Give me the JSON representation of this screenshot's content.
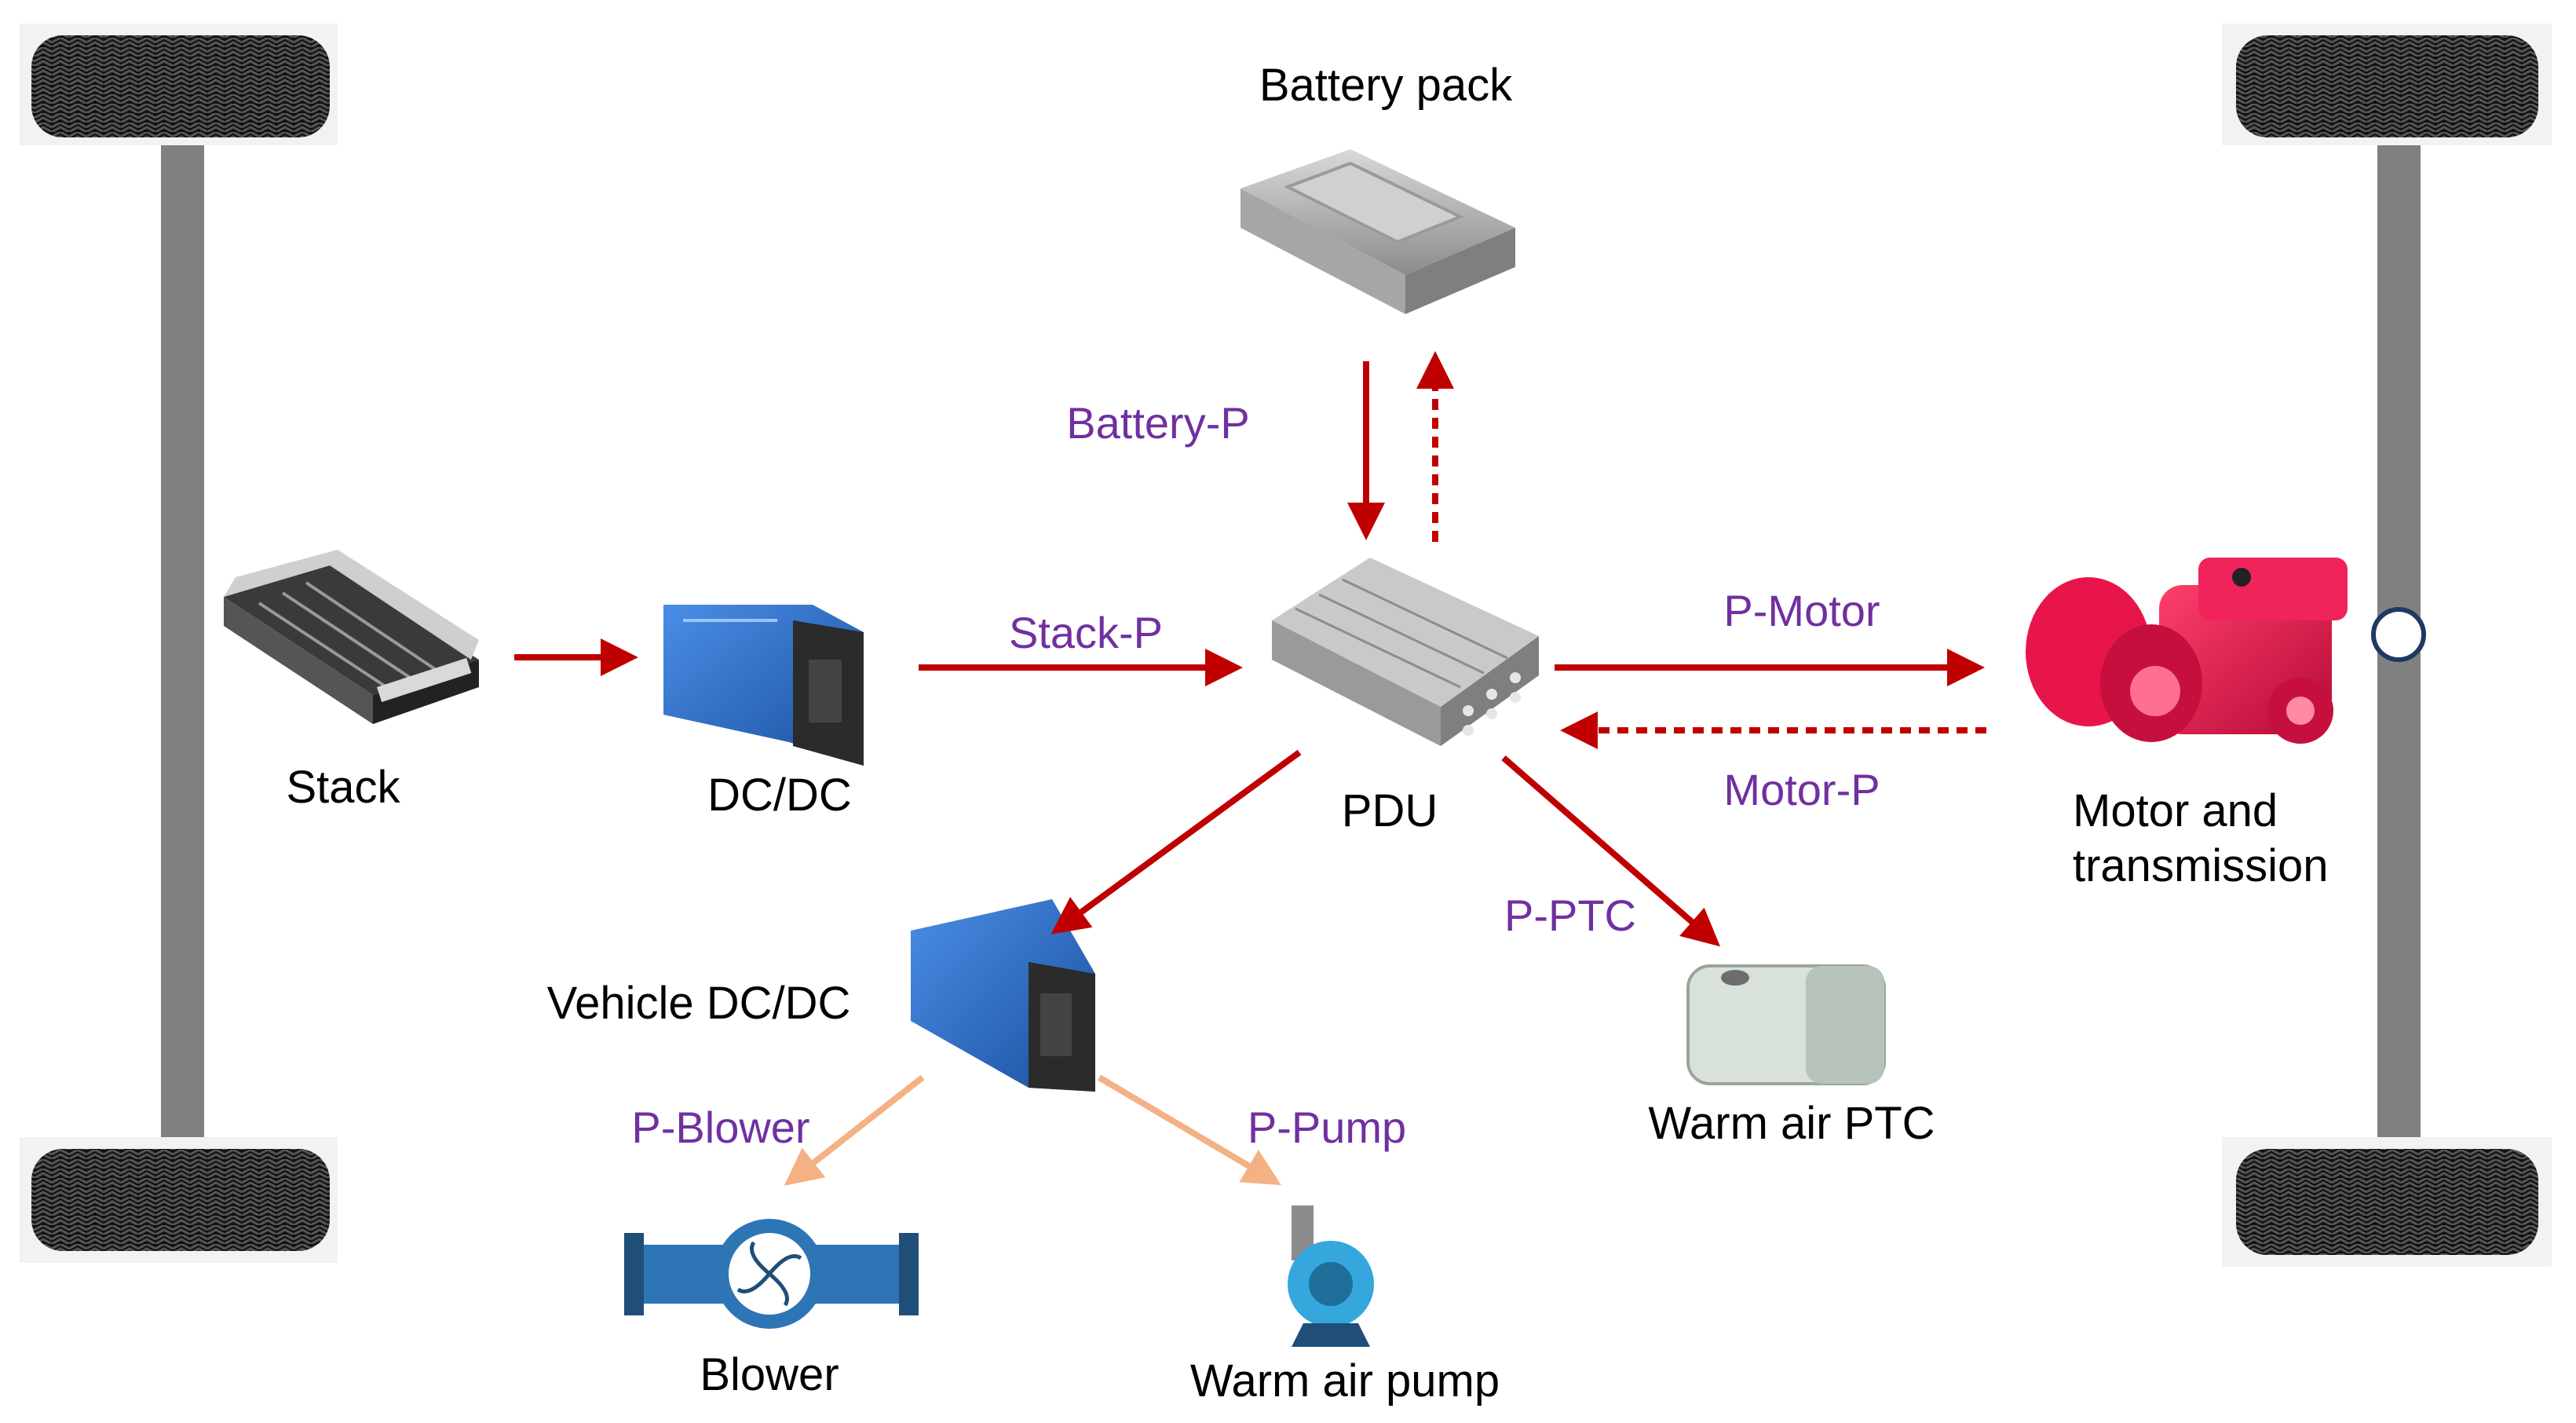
{
  "colors": {
    "power_arrow": "#c00000",
    "aux_arrow": "#f4b183",
    "flow_label": "#7030a0",
    "axle": "#808080",
    "stack": "#3a3a3a",
    "dcdc": "#1f5fb5",
    "pdu": "#a6a6a6",
    "battery": "#bfbfbf",
    "motor": "#e8154a",
    "ptc": "#d9e2da",
    "blower": "#2e75b6",
    "pump": "#35a7dd"
  },
  "components": {
    "stack": "Stack",
    "dcdc": "DC/DC",
    "pdu": "PDU",
    "battery": "Battery pack",
    "motor_line1": "Motor and",
    "motor_line2": "transmission",
    "vehicle_dcdc": "Vehicle DC/DC",
    "ptc": "Warm air PTC",
    "blower": "Blower",
    "pump": "Warm air pump"
  },
  "flows": {
    "battery_p": "Battery-P",
    "stack_p": "Stack-P",
    "p_motor": "P-Motor",
    "motor_p": "Motor-P",
    "p_ptc": "P-PTC",
    "p_blower": "P-Blower",
    "p_pump": "P-Pump"
  }
}
